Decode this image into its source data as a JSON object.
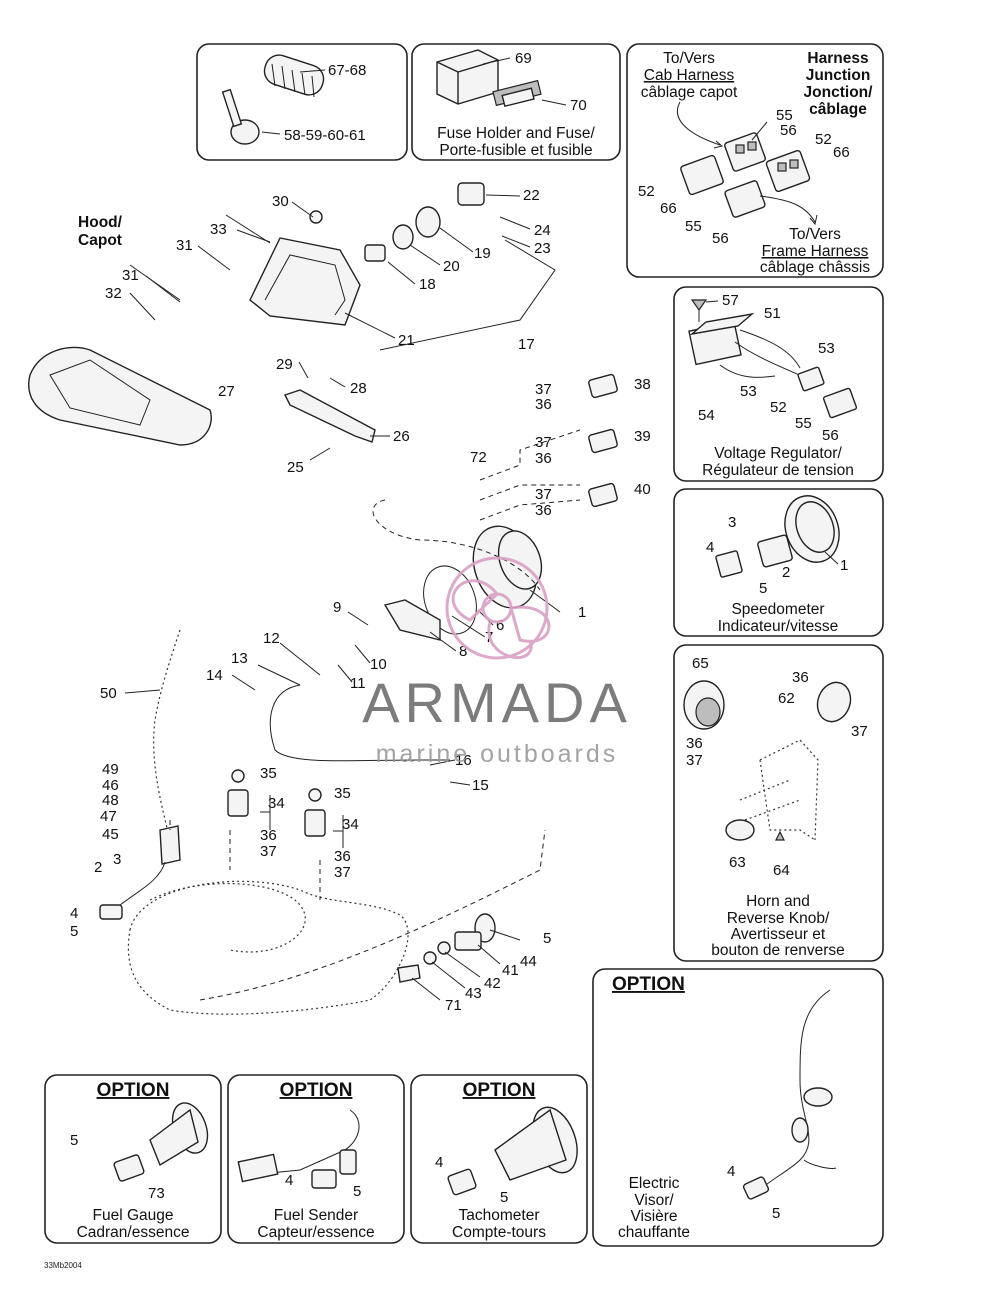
{
  "watermark": {
    "brand": "ARMADA",
    "subtitle": "marine outboards",
    "brand_color": "#6e6e6e",
    "accent_color": "#d9a0c4"
  },
  "drawing_code": "33Mb2004",
  "panels": {
    "cover": {
      "labels": [
        "67-68",
        "58-59-60-61"
      ]
    },
    "fuse": {
      "labels": [
        "69",
        "70"
      ],
      "caption_en": "Fuse Holder and Fuse/",
      "caption_fr": "Porte-fusible et fusible"
    },
    "junction": {
      "title": [
        "Harness",
        "Junction",
        "Jonction/",
        "câblage"
      ],
      "to_cab": [
        "To/Vers",
        "Cab Harness",
        "câblage capot"
      ],
      "to_frame": [
        "To/Vers",
        "Frame Harness",
        "câblage châssis"
      ],
      "labels": [
        "55",
        "56",
        "52",
        "66",
        "52",
        "66",
        "55",
        "56"
      ]
    },
    "regulator": {
      "labels": [
        "57",
        "51",
        "53",
        "53",
        "54",
        "52",
        "55",
        "56"
      ],
      "caption_en": "Voltage Regulator/",
      "caption_fr": "Régulateur de tension"
    },
    "speedometer": {
      "labels": [
        "3",
        "4",
        "2",
        "5",
        "1"
      ],
      "caption_en": "Speedometer",
      "caption_fr": "Indicateur/vitesse"
    },
    "horn": {
      "labels": [
        "65",
        "36",
        "62",
        "37",
        "36",
        "37",
        "63",
        "64"
      ],
      "caption": [
        "Horn and",
        "Reverse Knob/",
        "Avertisseur et",
        "bouton de renverse"
      ]
    },
    "visor": {
      "option": "OPTION",
      "labels": [
        "4",
        "5"
      ],
      "caption": [
        "Electric",
        "Visor/",
        "Visière",
        "chauffante"
      ]
    },
    "fuel_gauge": {
      "option": "OPTION",
      "labels": [
        "5",
        "73"
      ],
      "caption_en": "Fuel Gauge",
      "caption_fr": "Cadran/essence"
    },
    "fuel_sender": {
      "option": "OPTION",
      "labels": [
        "4",
        "5"
      ],
      "caption_en": "Fuel Sender",
      "caption_fr": "Capteur/essence"
    },
    "tachometer": {
      "option": "OPTION",
      "labels": [
        "4",
        "5"
      ],
      "caption_en": "Tachometer",
      "caption_fr": "Compte-tours"
    }
  },
  "main": {
    "hood_label": [
      "Hood/",
      "Capot"
    ],
    "labels": [
      "30",
      "33",
      "31",
      "31",
      "32",
      "22",
      "24",
      "23",
      "19",
      "20",
      "18",
      "21",
      "17",
      "29",
      "28",
      "27",
      "26",
      "25",
      "38",
      "37",
      "36",
      "39",
      "37",
      "36",
      "40",
      "37",
      "36",
      "72",
      "1",
      "6",
      "7",
      "8",
      "9",
      "10",
      "11",
      "12",
      "13",
      "14",
      "50",
      "16",
      "15",
      "35",
      "34",
      "36",
      "37",
      "35",
      "34",
      "36",
      "37",
      "49",
      "46",
      "48",
      "47",
      "45",
      "2",
      "3",
      "4",
      "5",
      "5",
      "44",
      "41",
      "42",
      "43",
      "71"
    ]
  }
}
